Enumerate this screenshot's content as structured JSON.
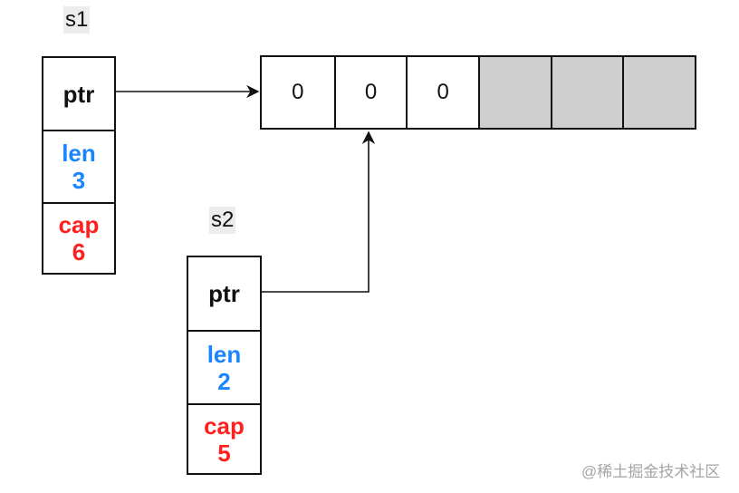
{
  "s1": {
    "label": "s1",
    "ptr": "ptr",
    "len_label": "len",
    "len_value": "3",
    "cap_label": "cap",
    "cap_value": "6"
  },
  "s2": {
    "label": "s2",
    "ptr": "ptr",
    "len_label": "len",
    "len_value": "2",
    "cap_label": "cap",
    "cap_value": "5"
  },
  "array": {
    "cells": [
      "0",
      "0",
      "0",
      "",
      "",
      ""
    ],
    "filled_count": 3,
    "total_count": 6
  },
  "colors": {
    "len": "#1b84ff",
    "cap": "#ff1f1f",
    "empty_cell": "#cfcfcf",
    "border": "#111111"
  },
  "watermark": "@稀土掘金技术社区"
}
